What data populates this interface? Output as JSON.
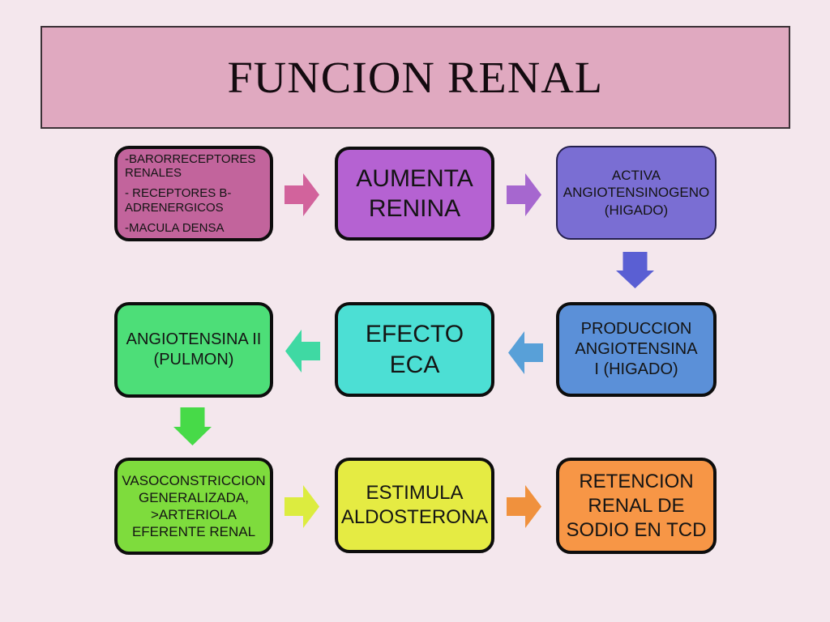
{
  "canvas_bg": "#f4e7ed",
  "title": {
    "text": "FUNCION RENAL",
    "bg": "#e0a9c0"
  },
  "boxes": [
    {
      "id": "receptores",
      "color": "#c2649c",
      "lines": [
        "-BARORRECEPTORES RENALES",
        "- RECEPTORES B-ADRENERGICOS",
        "-MACULA DENSA"
      ]
    },
    {
      "id": "aumenta-renina",
      "color": "#b562d2",
      "lines": [
        "AUMENTA",
        "RENINA"
      ]
    },
    {
      "id": "activa-angiotensinogeno",
      "color": "#7a6ed3",
      "lines": [
        "ACTIVA",
        "ANGIOTENSINOGENO",
        "(HIGADO)"
      ]
    },
    {
      "id": "angiotensina-ii",
      "color": "#4dde78",
      "lines": [
        "ANGIOTENSINA II",
        "(PULMON)"
      ]
    },
    {
      "id": "efecto-eca",
      "color": "#4cdfd4",
      "lines": [
        "EFECTO ECA"
      ]
    },
    {
      "id": "produccion-angiotensina-i",
      "color": "#5b90d8",
      "lines": [
        "PRODUCCION",
        "ANGIOTENSINA",
        "I (HIGADO)"
      ]
    },
    {
      "id": "vasoconstriccion",
      "color": "#7edc3d",
      "lines": [
        "VASOCONSTRICCION",
        "GENERALIZADA,",
        ">ARTERIOLA",
        "EFERENTE RENAL"
      ]
    },
    {
      "id": "estimula-aldosterona",
      "color": "#e5eb43",
      "lines": [
        "ESTIMULA",
        "ALDOSTERONA"
      ]
    },
    {
      "id": "retencion-renal",
      "color": "#f79646",
      "lines": [
        "RETENCION",
        "RENAL DE",
        "SODIO EN TCD"
      ]
    }
  ],
  "arrows": [
    {
      "id": "receptores-to-renina",
      "direction": "right",
      "color": "#d2639c"
    },
    {
      "id": "renina-to-angiotensinogeno",
      "direction": "right",
      "color": "#a667cf"
    },
    {
      "id": "angiotensinogeno-to-produccion",
      "direction": "down",
      "color": "#5a5fd3"
    },
    {
      "id": "eca-to-angiotensina-ii",
      "direction": "left",
      "color": "#3fd9a3"
    },
    {
      "id": "produccion-to-eca",
      "direction": "left",
      "color": "#58a0d8"
    },
    {
      "id": "angiotensina-ii-to-vasoconstriccion",
      "direction": "down",
      "color": "#47da48"
    },
    {
      "id": "vasoconstriccion-to-aldosterona",
      "direction": "right",
      "color": "#dcec3f"
    },
    {
      "id": "aldosterona-to-retencion",
      "direction": "right",
      "color": "#f0913d"
    }
  ]
}
